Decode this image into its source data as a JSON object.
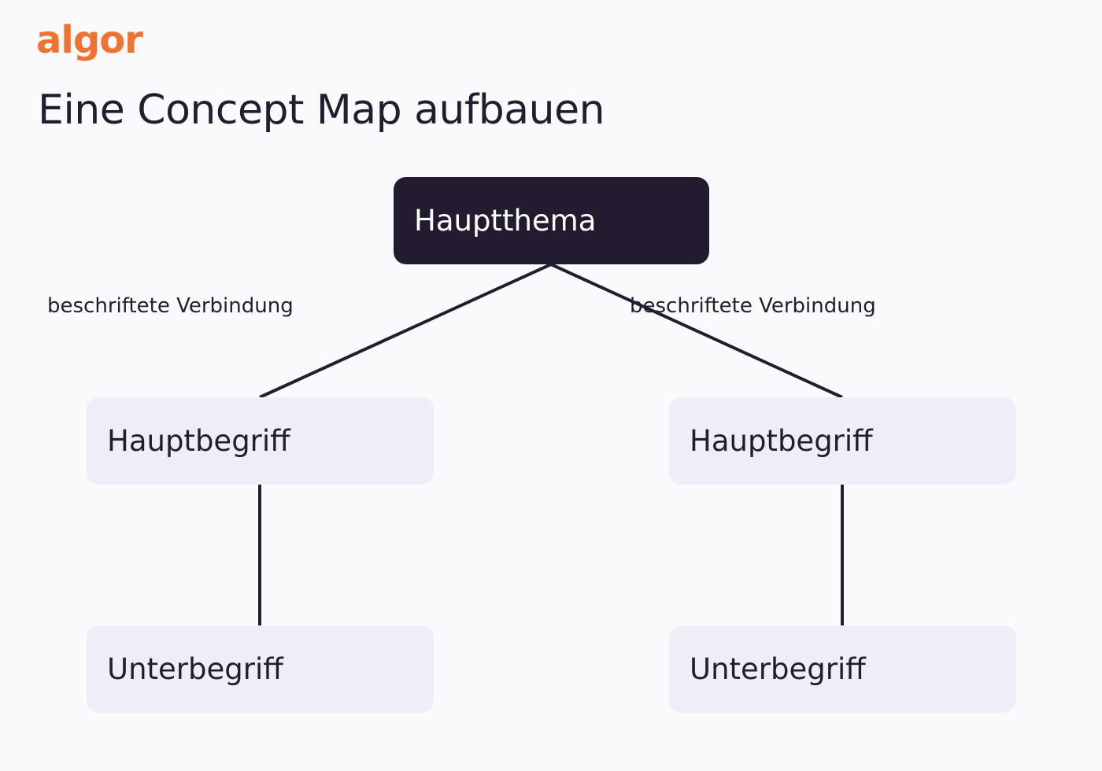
{
  "brand": {
    "logo_text": "algor",
    "accent_color": "#f2722d"
  },
  "header": {
    "title": "Eine Concept Map aufbauen"
  },
  "diagram": {
    "main_topic": {
      "label": "Hauptthema",
      "color": "#231c30"
    },
    "concepts": [
      {
        "label": "Hauptbegriff",
        "link_label": "beschriftete Verbindung",
        "sub_concept": "Unterbegriff"
      },
      {
        "label": "Hauptbegriff",
        "link_label": "beschriftete Verbindung",
        "sub_concept": "Unterbegriff"
      }
    ],
    "node_fill_color": "#efedf5",
    "line_color": "#221e30"
  }
}
